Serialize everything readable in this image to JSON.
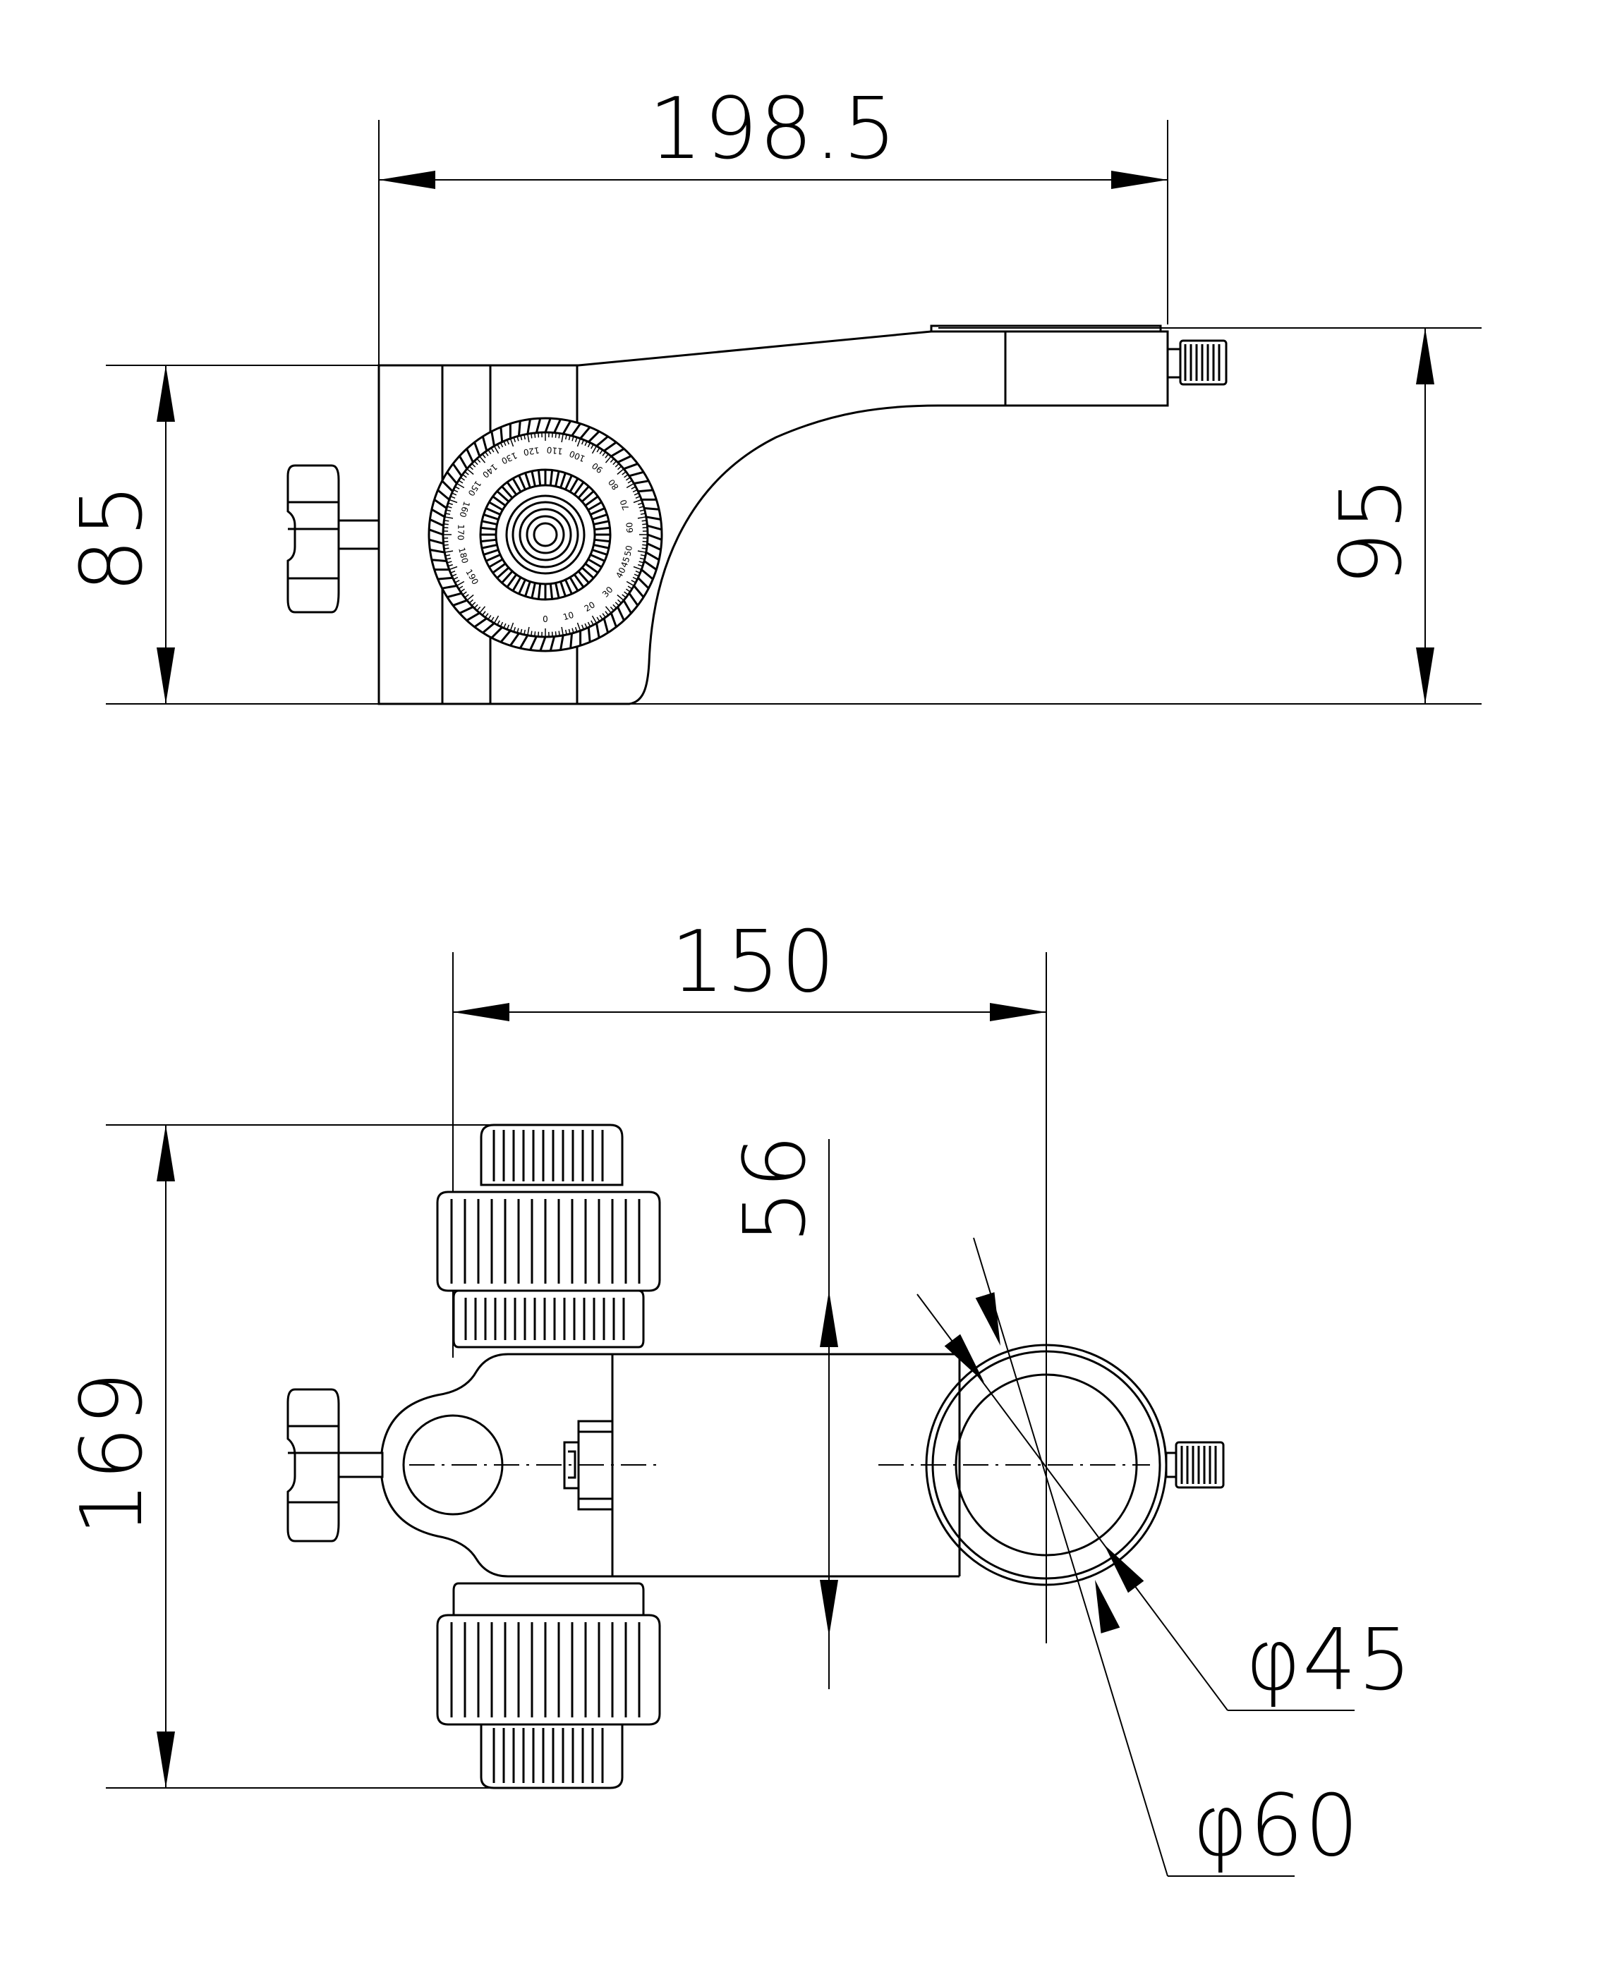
{
  "views": {
    "side": {
      "dim_width": "198.5",
      "dim_left_height": "85",
      "dim_right_height": "95",
      "dial_labels": [
        "0",
        "10",
        "20",
        "30",
        "40",
        "45",
        "50",
        "60",
        "70",
        "80",
        "90",
        "100",
        "110",
        "120",
        "130",
        "140",
        "150",
        "160",
        "170",
        "180",
        "190"
      ]
    },
    "top": {
      "dim_width": "150",
      "dim_height": "169",
      "dim_arm": "56",
      "dia_inner": "φ45",
      "dia_outer": "φ60"
    }
  },
  "colors": {
    "line": "#000000",
    "background": "#ffffff"
  }
}
